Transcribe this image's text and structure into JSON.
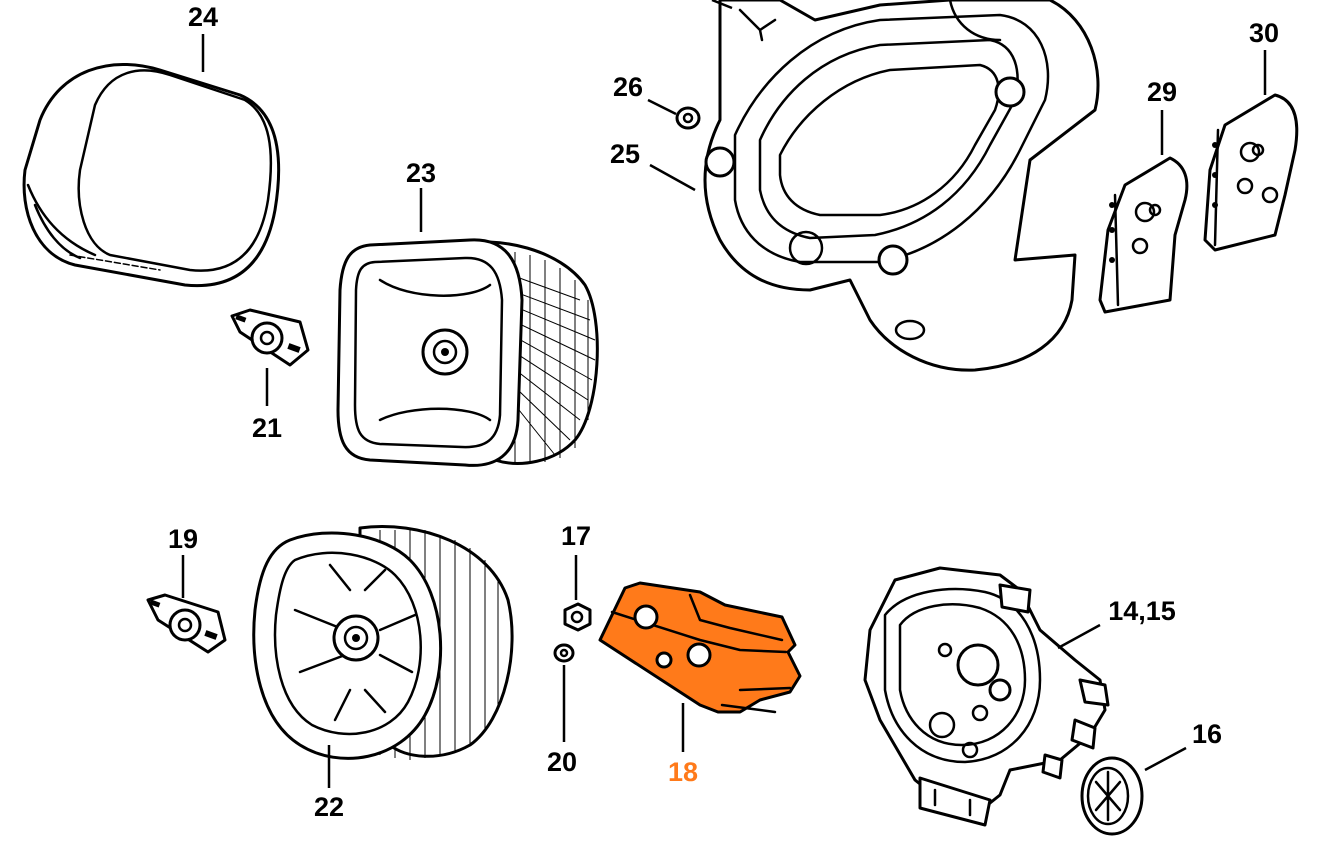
{
  "callouts": {
    "p24": "24",
    "p23": "23",
    "p21": "21",
    "p26": "26",
    "p25": "25",
    "p29": "29",
    "p30": "30",
    "p19": "19",
    "p22": "22",
    "p17": "17",
    "p20": "20",
    "p18": "18",
    "p1415": "14,15",
    "p16": "16"
  },
  "highlight": {
    "part": "18",
    "color": "#ff7a1a"
  }
}
